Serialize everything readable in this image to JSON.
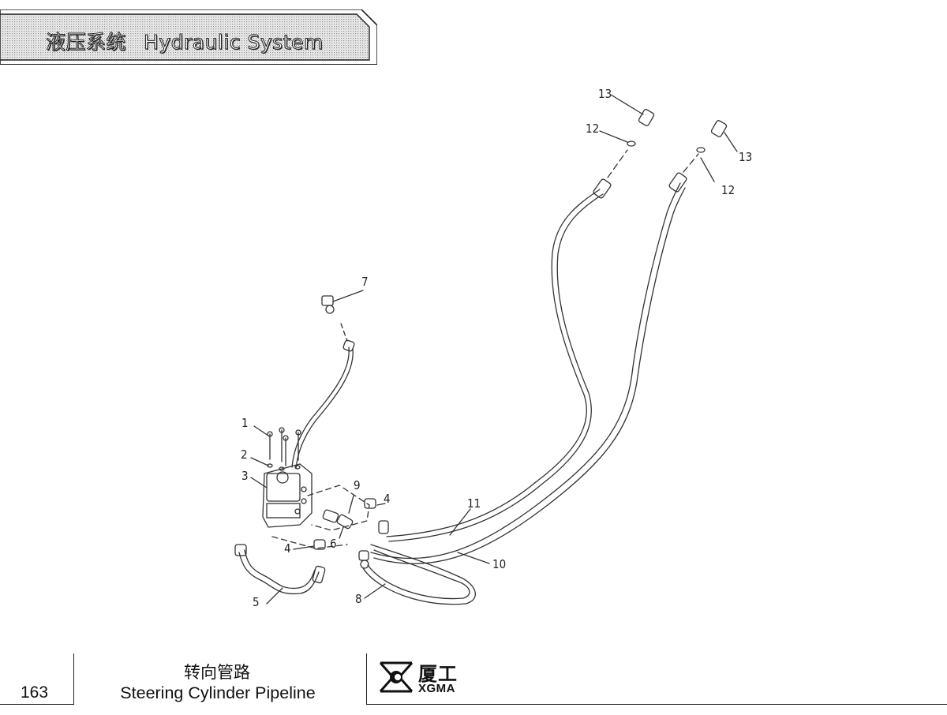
{
  "header": {
    "title_cn": "液压系统",
    "title_en": "Hydraulic System"
  },
  "callouts": {
    "c1": "1",
    "c2": "2",
    "c3": "3",
    "c4a": "4",
    "c4b": "4",
    "c5": "5",
    "c6": "6",
    "c7": "7",
    "c8": "8",
    "c9": "9",
    "c10": "10",
    "c11": "11",
    "c12a": "12",
    "c12b": "12",
    "c13a": "13",
    "c13b": "13"
  },
  "footer": {
    "page_number": "163",
    "caption_cn": "转向管路",
    "caption_en": "Steering Cylinder Pipeline",
    "brand_cn": "厦工",
    "brand_en": "XGMA"
  },
  "icons": {
    "logo": "xgma-logo-icon"
  }
}
